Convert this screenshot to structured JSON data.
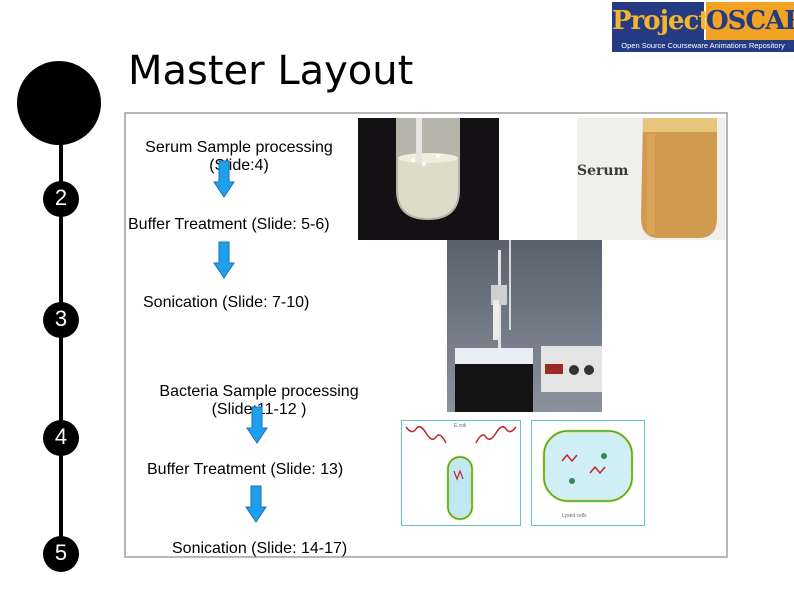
{
  "title": "Master Layout",
  "logo": {
    "word1": "Project",
    "word2": "OSCAR",
    "tagline": "Open Source Courseware Animations Repository"
  },
  "timeline": {
    "numbers": [
      "2",
      "3",
      "4",
      "5"
    ]
  },
  "steps": [
    {
      "line1": "Serum Sample processing",
      "line2": "(Slide:4)"
    },
    {
      "line1": "Buffer Treatment (Slide: 5-6)"
    },
    {
      "line1": "Sonication (Slide: 7-10)"
    },
    {
      "line1": "Bacteria Sample processing",
      "line2": "(Slide:11-12 )"
    },
    {
      "line1": "Buffer Treatment (Slide: 13)"
    },
    {
      "line1": "Sonication (Slide: 14-17)"
    }
  ],
  "images": {
    "serum_label": "Serum",
    "bacteria_label": "E.coli",
    "bacteria_caption": "Lysed cells"
  },
  "colors": {
    "arrow": "#1ea0ee",
    "arrow_stroke": "#1a6fb0",
    "timeline": "#000000",
    "frame": "#b7b7b7"
  }
}
